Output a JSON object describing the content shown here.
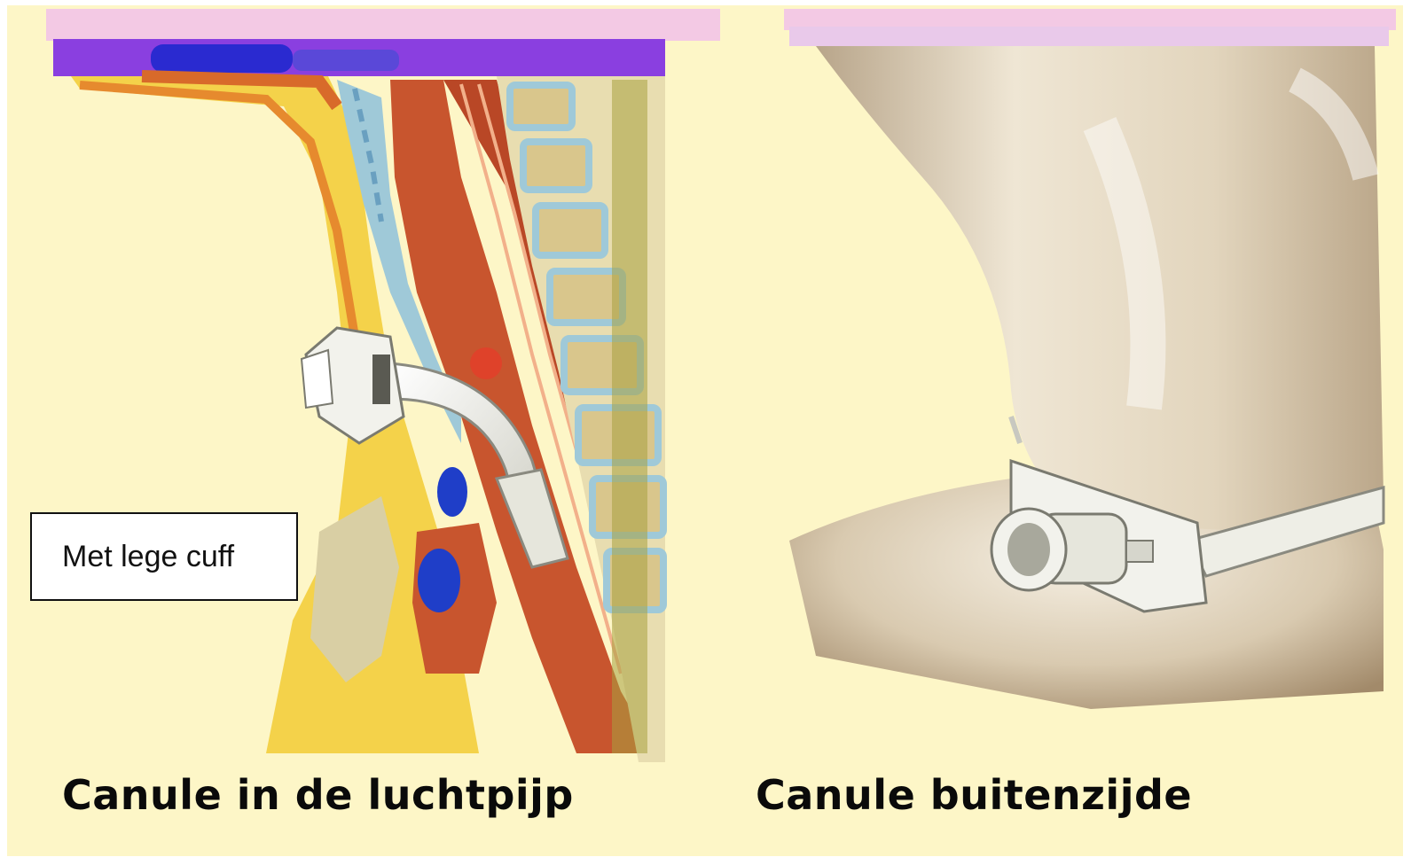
{
  "left_panel": {
    "callout_text": "Met lege cuff",
    "caption": "Canule in de luchtpijp"
  },
  "right_panel": {
    "caption": "Canule buitenzijde"
  },
  "colors": {
    "background": "#fdf6c7",
    "top_band": "#7a2ad8",
    "soft_tissue": "#f4d24a",
    "trachea": "#c8552e",
    "vertebra": "#e8ddb0",
    "cartilage": "#9fc9d8",
    "cuff": "#1f3ec8",
    "cannula": "#eeeee6",
    "skin": "#d8c8ac"
  }
}
